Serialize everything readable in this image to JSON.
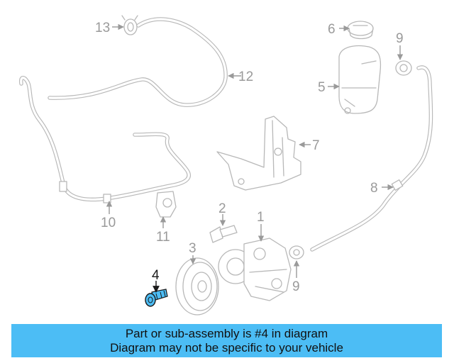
{
  "diagram": {
    "highlight_color": "#4cbdf5",
    "callouts": {
      "c1": "1",
      "c2": "2",
      "c3": "3",
      "c4": "4",
      "c5": "5",
      "c6": "6",
      "c7": "7",
      "c8": "8",
      "c9a": "9",
      "c9b": "9",
      "c10": "10",
      "c11": "11",
      "c12": "12",
      "c13": "13"
    }
  },
  "banner": {
    "line1": "Part or sub-assembly is #4 in diagram",
    "line2": "Diagram may not be specific to your vehicle"
  }
}
